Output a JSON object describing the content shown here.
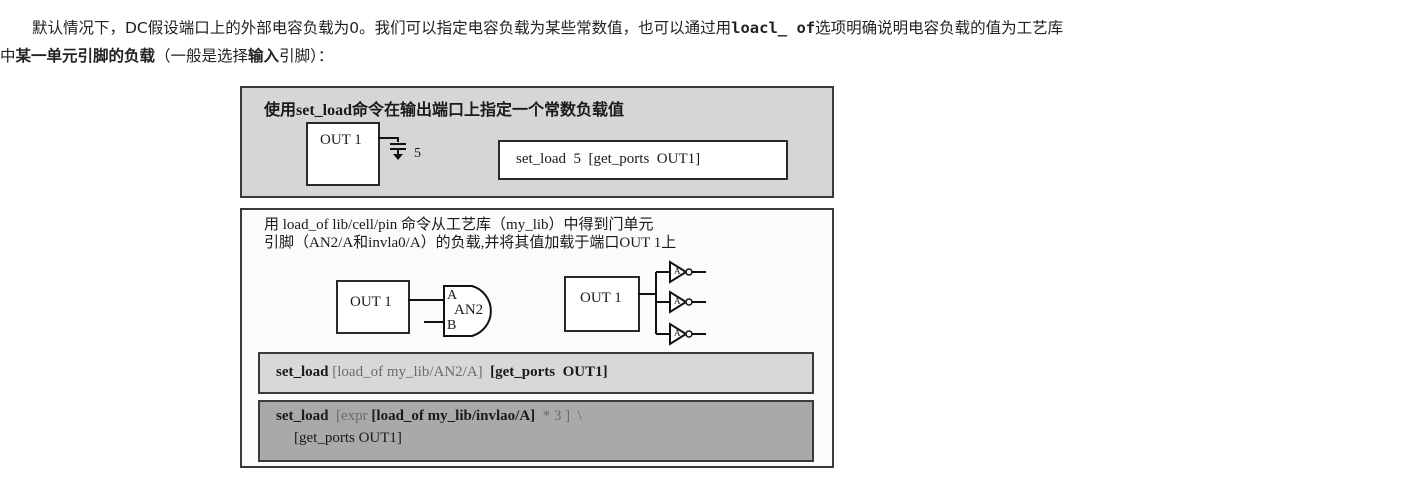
{
  "paragraph": {
    "line1_a": "默认情况下，DC假设端口上的外部电容负载为0。我们可以指定电容负载为某些常数值，也可以通过用",
    "line1_code": "loacl_ of",
    "line1_b": "选项明确说明电容负载的值为工艺库",
    "line2_a": "中",
    "line2_bold1": "某一单元引脚的负载",
    "line2_b": "（一般是选择",
    "line2_bold2": "输入",
    "line2_c": "引脚）："
  },
  "figure": {
    "panel1": {
      "title": "使用set_load命令在输出端口上指定一个常数负载值",
      "port_label": "OUT 1",
      "cap_value": "5",
      "command": "set_load  5  [get_ports  OUT1]"
    },
    "panel2": {
      "title_line1": "用 load_of  lib/cell/pin 命令从工艺库（my_lib）中得到门单元",
      "title_line2": "引脚（AN2/A和invla0/A）的负载,并将其值加载于端口OUT 1上",
      "left_port_label": "OUT 1",
      "gate_label": "AN2",
      "pin_a": "A",
      "pin_b": "B",
      "right_port_label": "OUT 1",
      "inv_pin": "A",
      "command1_a": "set_load",
      "command1_b": "[load_of my_lib/AN2/A]",
      "command1_c": "[get_ports  OUT1]",
      "command2_a": "set_load",
      "command2_b": "[expr",
      "command2_c": "[load_of my_lib/invlao/A]",
      "command2_d": "* 3 ]  \\",
      "command2_e": "[get_ports OUT1]"
    }
  }
}
